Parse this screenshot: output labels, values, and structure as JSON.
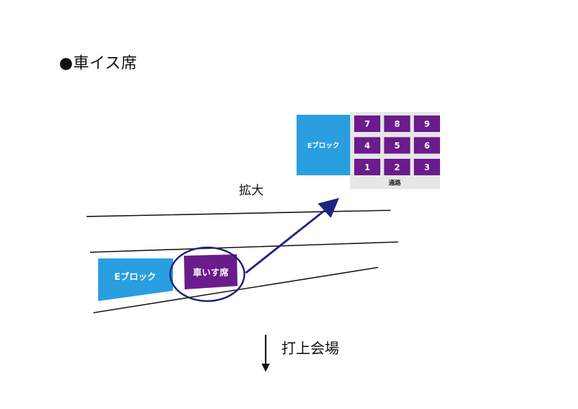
{
  "title": "●車イス席",
  "zoom_label": "拡大",
  "direction_label": "打上会場",
  "main_view": {
    "block_label": "Eブロック",
    "wheelchair_label": "車いす席"
  },
  "enlarged_view": {
    "block_label": "Eブロック",
    "seats": [
      "7",
      "8",
      "9",
      "4",
      "5",
      "6",
      "1",
      "2",
      "3"
    ],
    "aisle_label": "通路"
  },
  "colors": {
    "block_blue": "#2a9fe0",
    "seat_purple": "#6a1b8c",
    "highlight_navy": "#1f2480",
    "aisle_gray": "#e6e6e6",
    "line_black": "#111111"
  }
}
